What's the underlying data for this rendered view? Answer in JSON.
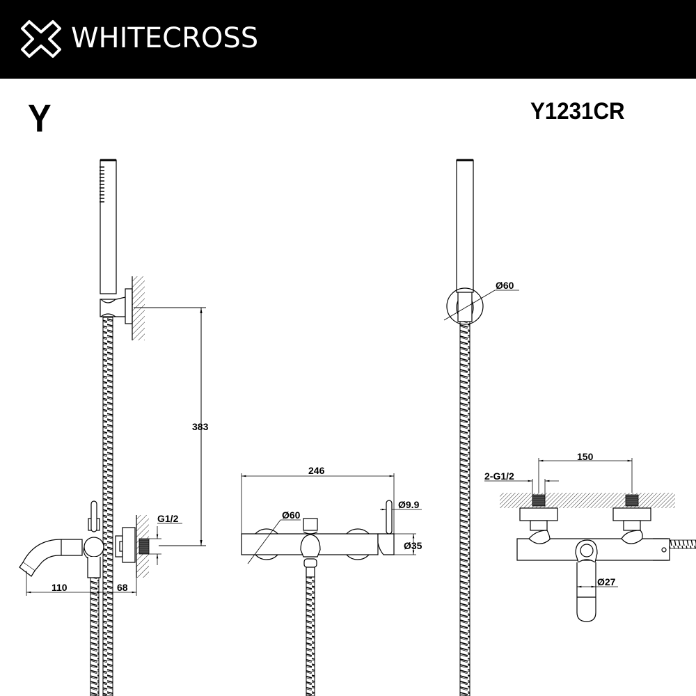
{
  "header": {
    "brand": "WHITECROSS",
    "logo_icon": "white-cross-outline-icon",
    "background": "#000000",
    "text_color": "#ffffff"
  },
  "sheet": {
    "series": "Y",
    "model": "Y1231CR"
  },
  "views": {
    "side_view": {
      "dimensions": {
        "holder_height": "383",
        "connection": "G1/2",
        "spout_projection": "110",
        "wall_offset": "68"
      }
    },
    "front_view": {
      "dimensions": {
        "body_width": "246",
        "escutcheon_diameter": "Ø60",
        "lever_diameter": "Ø9.9",
        "body_diameter": "Ø35"
      }
    },
    "holder_front_view": {
      "dimensions": {
        "holder_diameter": "Ø60"
      }
    },
    "top_view": {
      "dimensions": {
        "inlet_spacing": "150",
        "inlets": "2-G1/2",
        "spout_diameter": "Ø27"
      }
    }
  }
}
